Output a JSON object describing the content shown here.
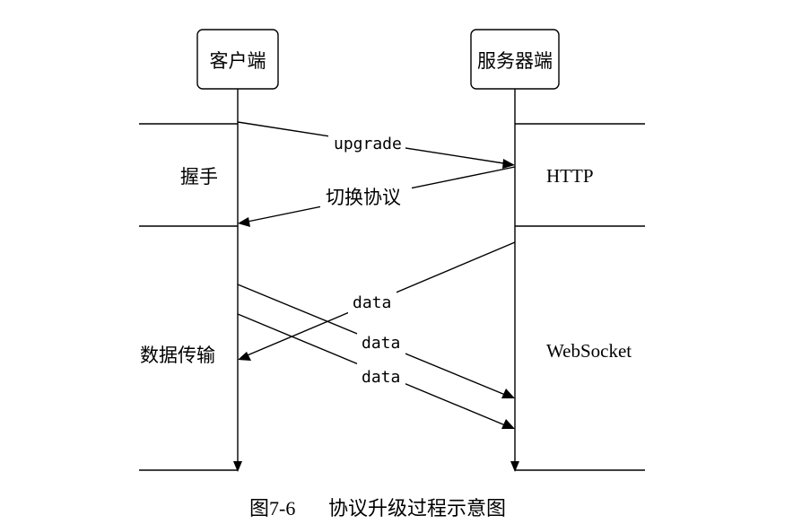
{
  "diagram": {
    "client_label": "客户端",
    "server_label": "服务器端",
    "phase_handshake": "握手",
    "phase_transfer": "数据传输",
    "protocol_http": "HTTP",
    "protocol_websocket": "WebSocket",
    "msg_upgrade": "upgrade",
    "msg_switch": "切换协议",
    "msg_data_1": "data",
    "msg_data_2": "data",
    "msg_data_3": "data"
  },
  "caption": {
    "number": "图7-6",
    "text": "协议升级过程示意图"
  }
}
